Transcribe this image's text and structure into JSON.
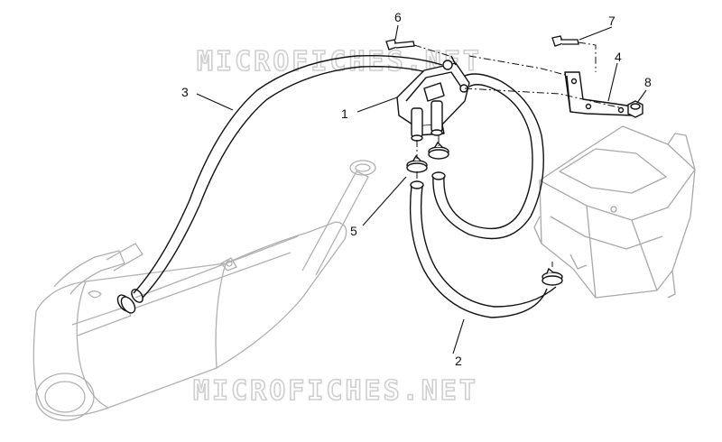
{
  "watermark": {
    "text": "MICROFICHES.NET"
  },
  "callouts": [
    {
      "id": "1",
      "text": "1"
    },
    {
      "id": "2",
      "text": "2"
    },
    {
      "id": "3",
      "text": "3"
    },
    {
      "id": "4",
      "text": "4"
    },
    {
      "id": "5",
      "text": "5"
    },
    {
      "id": "6",
      "text": "6"
    },
    {
      "id": "7",
      "text": "7"
    },
    {
      "id": "8",
      "text": "8"
    }
  ],
  "colors": {
    "line": "#111111",
    "ghost": "#b0b0b0",
    "watermark": "#cfcfcf"
  }
}
